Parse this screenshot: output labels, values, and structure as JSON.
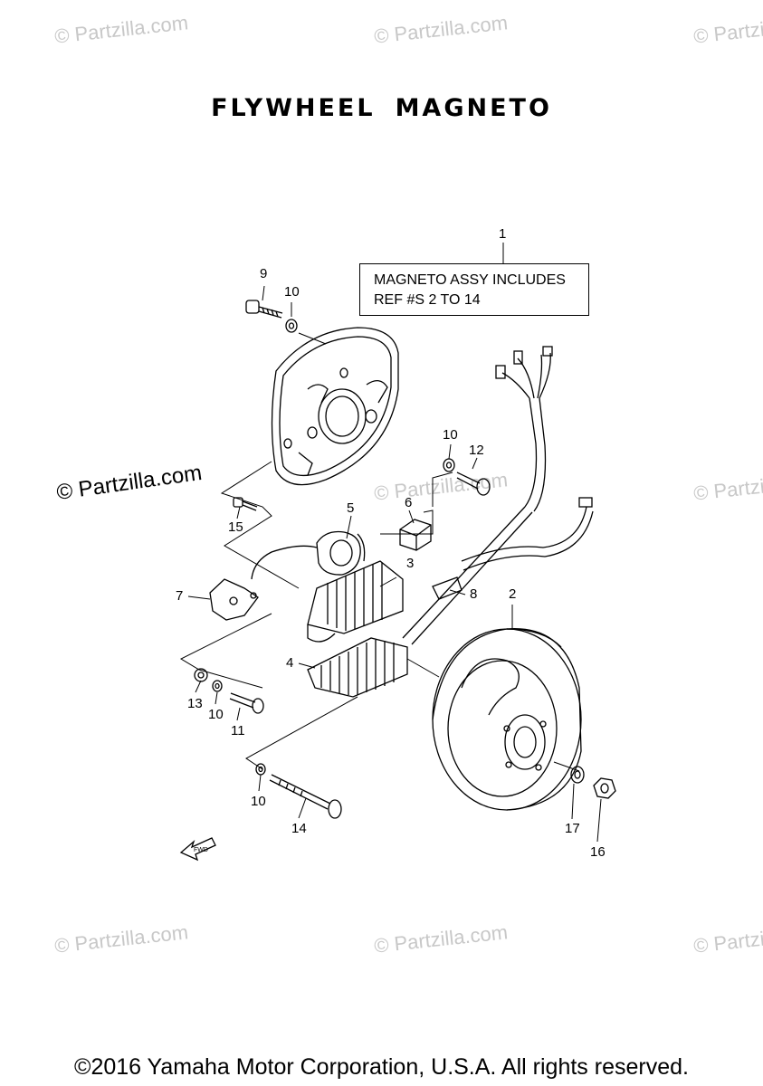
{
  "title": {
    "word1": "FLYWHEEL",
    "word2": "MAGNETO"
  },
  "assembly_note": {
    "line1": "MAGNETO ASSY INCLUDES",
    "line2": "REF #S  2 TO 14"
  },
  "watermark_text": "© Partzilla.com",
  "callouts": {
    "c1": "1",
    "c2": "2",
    "c3": "3",
    "c4": "4",
    "c5": "5",
    "c6": "6",
    "c7": "7",
    "c8": "8",
    "c9": "9",
    "c10a": "10",
    "c10b": "10",
    "c10c": "10",
    "c10d": "10",
    "c11": "11",
    "c12": "12",
    "c13": "13",
    "c14": "14",
    "c15": "15",
    "c16": "16",
    "c17": "17"
  },
  "fwd_label": "FWD",
  "copyright": "©2016 Yamaha Motor Corporation, U.S.A. All rights reserved."
}
